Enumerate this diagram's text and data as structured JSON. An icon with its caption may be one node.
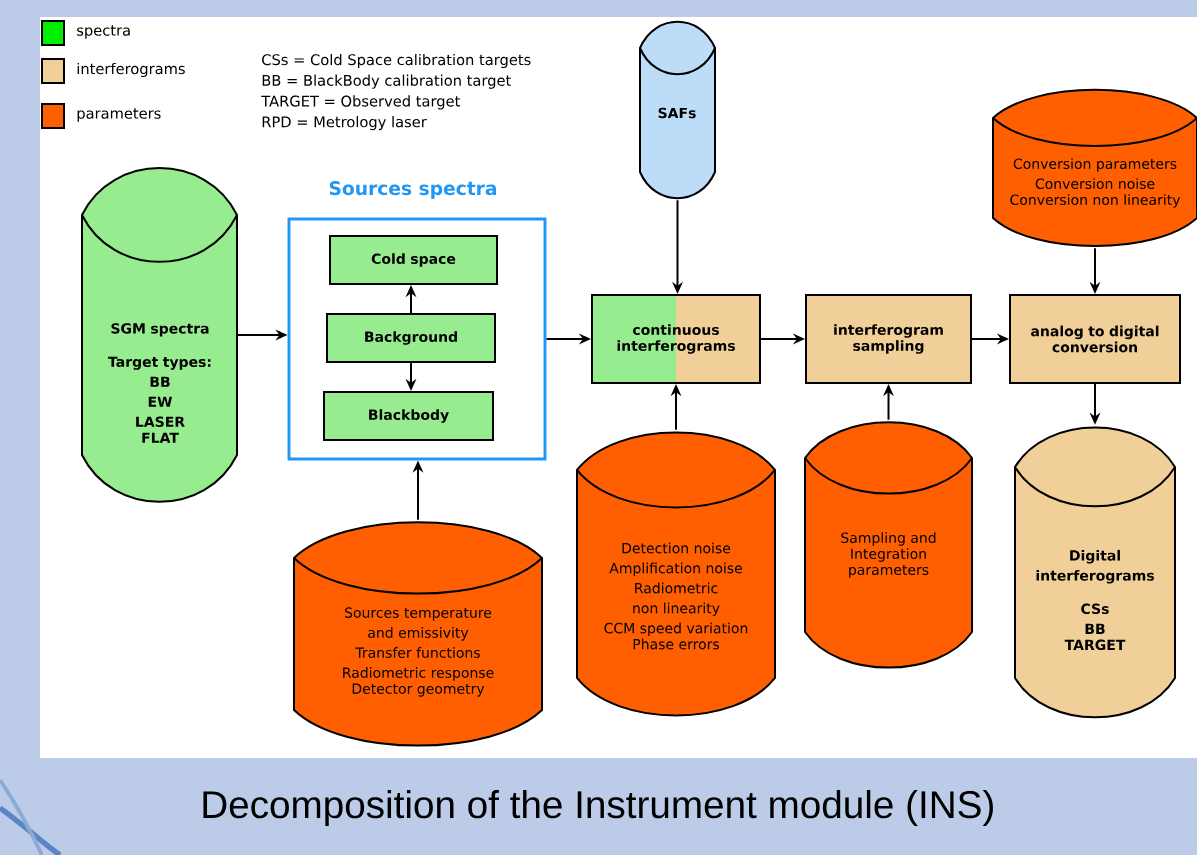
{
  "diagram": {
    "caption": "Decomposition of the Instrument module (INS)",
    "nodes": [
      {
        "text": [
          "SGM spectra",
          "Target types:",
          "BB",
          "EW",
          "LASER",
          "FLAT"
        ]
      },
      {
        "text": [
          "Sources spectra"
        ]
      },
      {
        "text": [
          "Cold space"
        ],
        "in": 1
      },
      {
        "text": [
          "Background"
        ],
        "in": 1
      },
      {
        "text": [
          "Blackbody"
        ],
        "in": 1
      },
      {
        "text": [
          "SAFs"
        ]
      },
      {
        "text": [
          "Conversion parameters",
          "Conversion noise",
          "Conversion non linearity"
        ]
      },
      {
        "text": [
          "continuous interferograms"
        ]
      },
      {
        "text": [
          "interferogram sampling"
        ]
      },
      {
        "text": [
          "analog to digital conversion"
        ]
      },
      {
        "text": [
          "Sources temperature and emissivity",
          "Transfer functions",
          "Radiometric response",
          "Detector geometry"
        ]
      },
      {
        "text": [
          "Detection noise",
          "Amplification noise",
          "Radiometric non linearity",
          "CCM speed variation",
          "Phase errors"
        ]
      },
      {
        "text": [
          "Sampling and Integration parameters"
        ]
      },
      {
        "text": [
          "Digital interferograms",
          "CSs",
          "BB",
          "TARGET"
        ]
      }
    ],
    "edges": [
      {
        "from": 0,
        "to": 1,
        "arrow": "to"
      },
      {
        "from": 3,
        "to": 2,
        "arrow": "to"
      },
      {
        "from": 3,
        "to": 4,
        "arrow": "to"
      },
      {
        "from": 5,
        "to": 7,
        "arrow": "to"
      },
      {
        "from": 1,
        "to": 7,
        "arrow": "to"
      },
      {
        "from": 11,
        "to": 7,
        "arrow": "to"
      },
      {
        "from": 10,
        "to": 1,
        "arrow": "to"
      },
      {
        "from": 7,
        "to": 8,
        "arrow": "to"
      },
      {
        "from": 12,
        "to": 8,
        "arrow": "to"
      },
      {
        "from": 8,
        "to": 9,
        "arrow": "to"
      },
      {
        "from": 6,
        "to": 9,
        "arrow": "to"
      },
      {
        "from": 9,
        "to": 13,
        "arrow": "to"
      }
    ],
    "labels": [
      "CSs = Cold Space calibration targets",
      "BB = BlackBody calibration target",
      "TARGET = Observed target",
      "RPD = Metrology laser"
    ],
    "legend": [
      {
        "text": "spectra",
        "color": "#00ee00"
      },
      {
        "text": "interferograms",
        "color": "#f0d098"
      },
      {
        "text": "parameters",
        "color": "#ff5f00"
      }
    ]
  }
}
